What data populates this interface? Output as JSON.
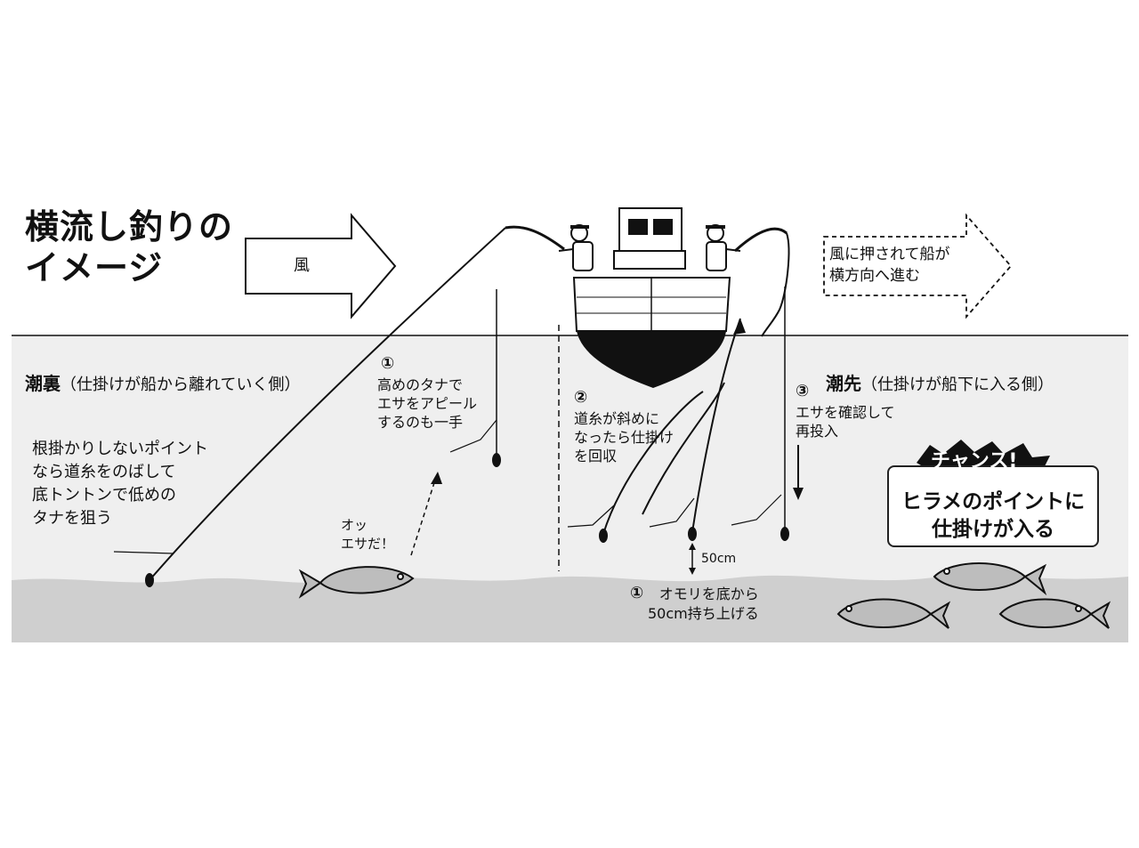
{
  "title": "横流し釣りの\nイメージ",
  "wind": {
    "label": "風"
  },
  "wind_push": {
    "text": "風に押されて船が\n横方向へ進む"
  },
  "regions": {
    "left": {
      "lead": "潮裏",
      "detail": "（仕掛けが船から離れていく側）"
    },
    "right": {
      "lead": "潮先",
      "detail": "（仕掛けが船下に入る側）"
    }
  },
  "notes": {
    "step1_high": {
      "num": "①",
      "text": "高めのタナで\nエサをアピール\nするのも一手"
    },
    "step2": {
      "num": "②",
      "text": "道糸が斜めに\nなったら仕掛け\nを回収"
    },
    "step3": {
      "num": "③",
      "text": "エサを確認して\n再投入"
    },
    "bottom_tip": {
      "text": "根掛かりしないポイント\nなら道糸をのばして\n底トントンで低めの\nタナを狙う"
    },
    "fish_reaction": {
      "text": "オッ\nエサだ！"
    },
    "step1_bottom": {
      "num": "①",
      "text": "オモリを底から\n50cm持ち上げる"
    },
    "gap": {
      "text": "50cm"
    }
  },
  "chance": {
    "badge": "チャンス!",
    "text": "ヒラメのポイントに\n仕掛けが入る"
  },
  "colors": {
    "water": "#efefef",
    "seabed": "#cfcfcf",
    "ink": "#111111",
    "hull": "#111111"
  }
}
